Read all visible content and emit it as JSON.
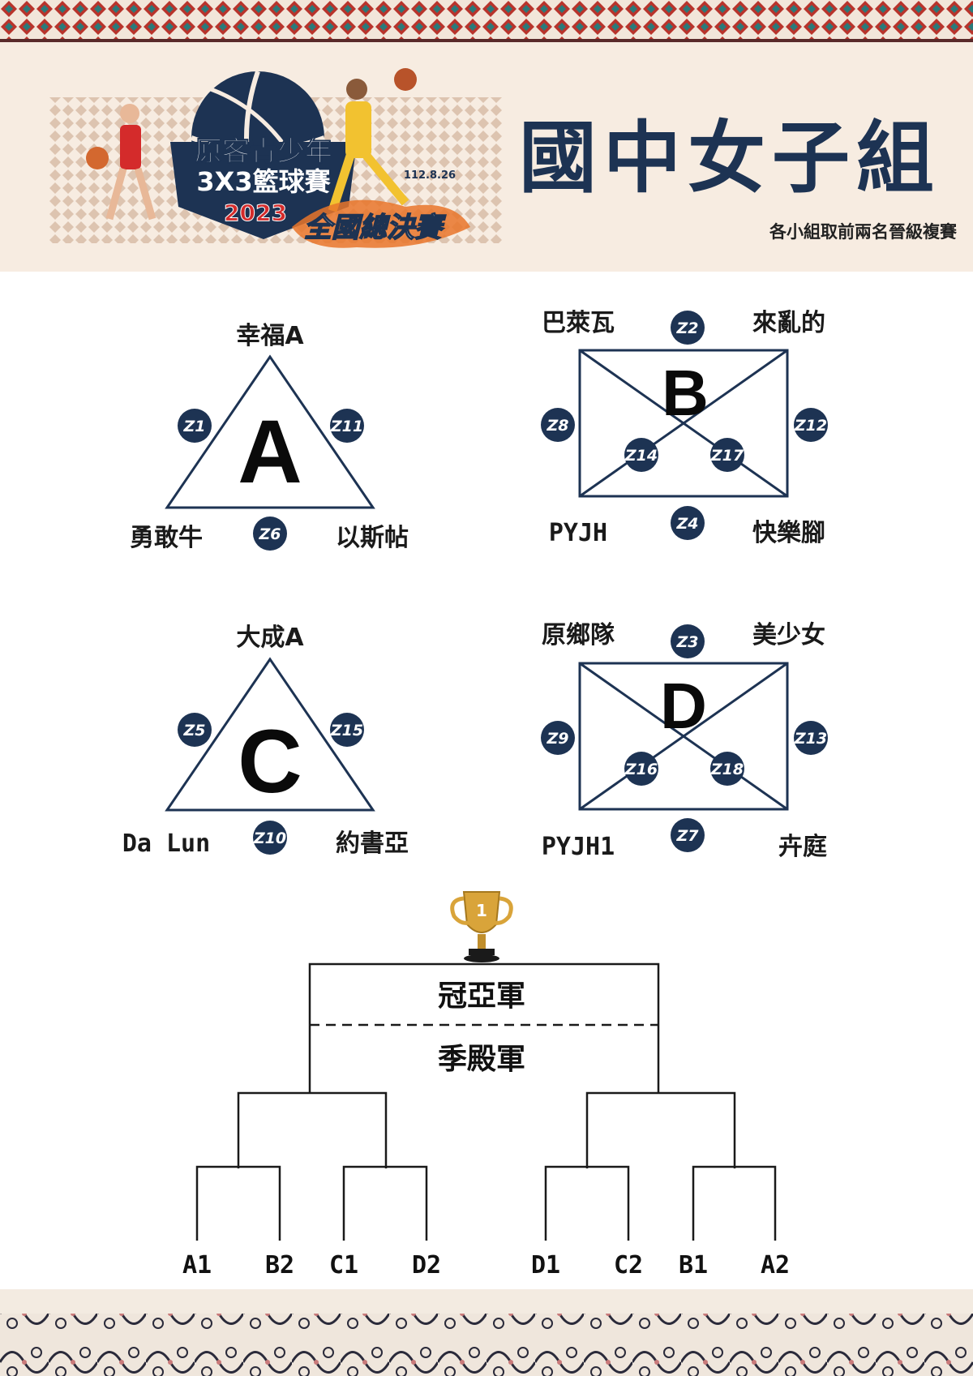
{
  "header": {
    "title": "國中女子組",
    "subtitle": "各小組取前兩名晉級複賽",
    "logo": {
      "line1": "原客青少年",
      "line2": "3X3籃球賽",
      "year": "2023",
      "date": "112.8.26",
      "tagline": "全國總決賽"
    }
  },
  "groups": {
    "A": {
      "letter": "A",
      "teams": {
        "top": "幸福A",
        "bottom_left": "勇敢牛",
        "bottom_right": "以斯帖"
      },
      "games": {
        "left": "Z1",
        "right": "Z11",
        "bottom": "Z6"
      }
    },
    "B": {
      "letter": "B",
      "teams": {
        "top_left": "巴萊瓦",
        "top_right": "來亂的",
        "bottom_left": "PYJH",
        "bottom_right": "快樂腳"
      },
      "games": {
        "top": "Z2",
        "left": "Z8",
        "right": "Z12",
        "bottom": "Z4",
        "diag_left": "Z14",
        "diag_right": "Z17"
      }
    },
    "C": {
      "letter": "C",
      "teams": {
        "top": "大成A",
        "bottom_left": "Da Lun",
        "bottom_right": "約書亞"
      },
      "games": {
        "left": "Z5",
        "right": "Z15",
        "bottom": "Z10"
      }
    },
    "D": {
      "letter": "D",
      "teams": {
        "top_left": "原鄉隊",
        "top_right": "美少女",
        "bottom_left": "PYJH1",
        "bottom_right": "卉庭"
      },
      "games": {
        "top": "Z3",
        "left": "Z9",
        "right": "Z13",
        "bottom": "Z7",
        "diag_left": "Z16",
        "diag_right": "Z18"
      }
    }
  },
  "bracket": {
    "final_label": "冠亞軍",
    "third_place_label": "季殿軍",
    "seeds": [
      "A1",
      "B2",
      "C1",
      "D2",
      "D1",
      "C2",
      "B1",
      "A2"
    ]
  },
  "colors": {
    "navy": "#1d3353",
    "header_bg": "#f7ece1",
    "accent_red": "#c0352b"
  }
}
